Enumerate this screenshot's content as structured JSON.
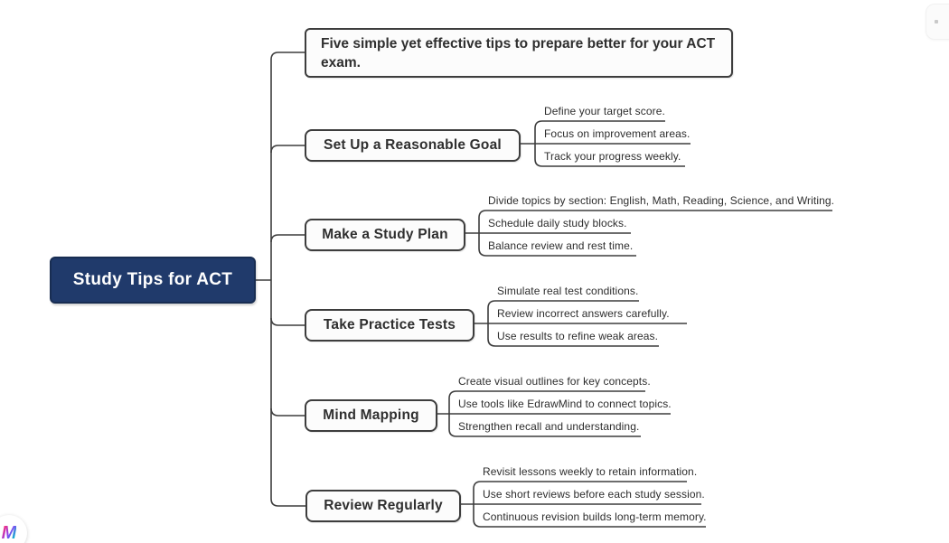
{
  "root": {
    "label": "Study Tips for ACT"
  },
  "floating_topic": {
    "label": "Five simple yet effective tips to prepare better for your ACT exam."
  },
  "branches": [
    {
      "label": "Set Up a Reasonable Goal",
      "subtopics": [
        "Define your target score.",
        "Focus on improvement areas.",
        "Track your progress weekly."
      ]
    },
    {
      "label": "Make a Study Plan",
      "subtopics": [
        "Divide topics by section: English, Math, Reading, Science, and Writing.",
        "Schedule daily study blocks.",
        "Balance review and rest time."
      ]
    },
    {
      "label": "Take Practice Tests",
      "subtopics": [
        "Simulate real test conditions.",
        "Review incorrect answers carefully.",
        "Use results to refine weak areas."
      ]
    },
    {
      "label": "Mind Mapping",
      "subtopics": [
        "Create visual outlines for key concepts.",
        "Use tools like EdrawMind to connect topics.",
        "Strengthen recall and understanding."
      ]
    },
    {
      "label": "Review Regularly",
      "subtopics": [
        "Revisit lessons weekly to retain information.",
        "Use short reviews before each study session.",
        "Continuous revision builds long-term memory."
      ]
    }
  ],
  "watermark": {
    "logo_letter": "M"
  },
  "colors": {
    "root_bg": "#203a6b",
    "root_border": "#182d52",
    "root_text": "#ffffff",
    "line": "#3d3d3d",
    "box_border": "#3d3d3d",
    "box_fill": "#fcfcfc",
    "text": "#2d2d2d",
    "logo_pink": "#f5317f",
    "logo_purple": "#8a3ff5",
    "logo_teal": "#00c4cc"
  }
}
